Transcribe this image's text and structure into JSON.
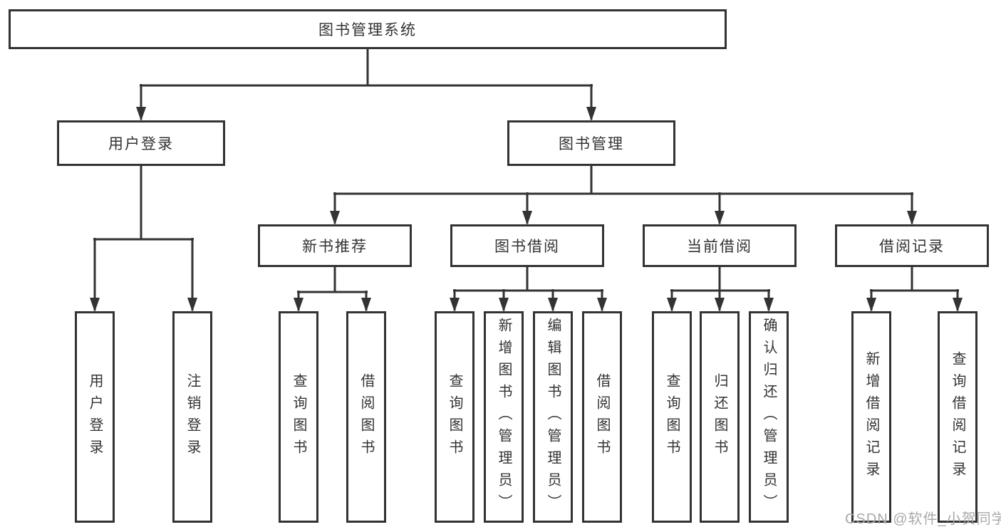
{
  "diagram_title": "图书管理系统",
  "nodes": {
    "root": "图书管理系统",
    "level2": [
      "用户登录",
      "图书管理"
    ],
    "level3": [
      "新书推荐",
      "图书借阅",
      "当前借阅",
      "借阅记录"
    ],
    "leaves": {
      "user_login": [
        "用户登录",
        "注销登录"
      ],
      "new_books": [
        "查询图书",
        "借阅图书"
      ],
      "borrowing": [
        "查询图书",
        "新增图书（管理员）",
        "编辑图书（管理员）",
        "借阅图书"
      ],
      "current": [
        "查询图书",
        "归还图书",
        "确认归还（管理员）"
      ],
      "records": [
        "新增借阅记录",
        "查询借阅记录"
      ]
    }
  },
  "watermark": "CSDN @软件_小贺同学",
  "colors": {
    "line": "#333333",
    "text": "#333333",
    "box_background": "#ffffff",
    "watermark": "#a9a9ad",
    "background": "#ffffff"
  }
}
